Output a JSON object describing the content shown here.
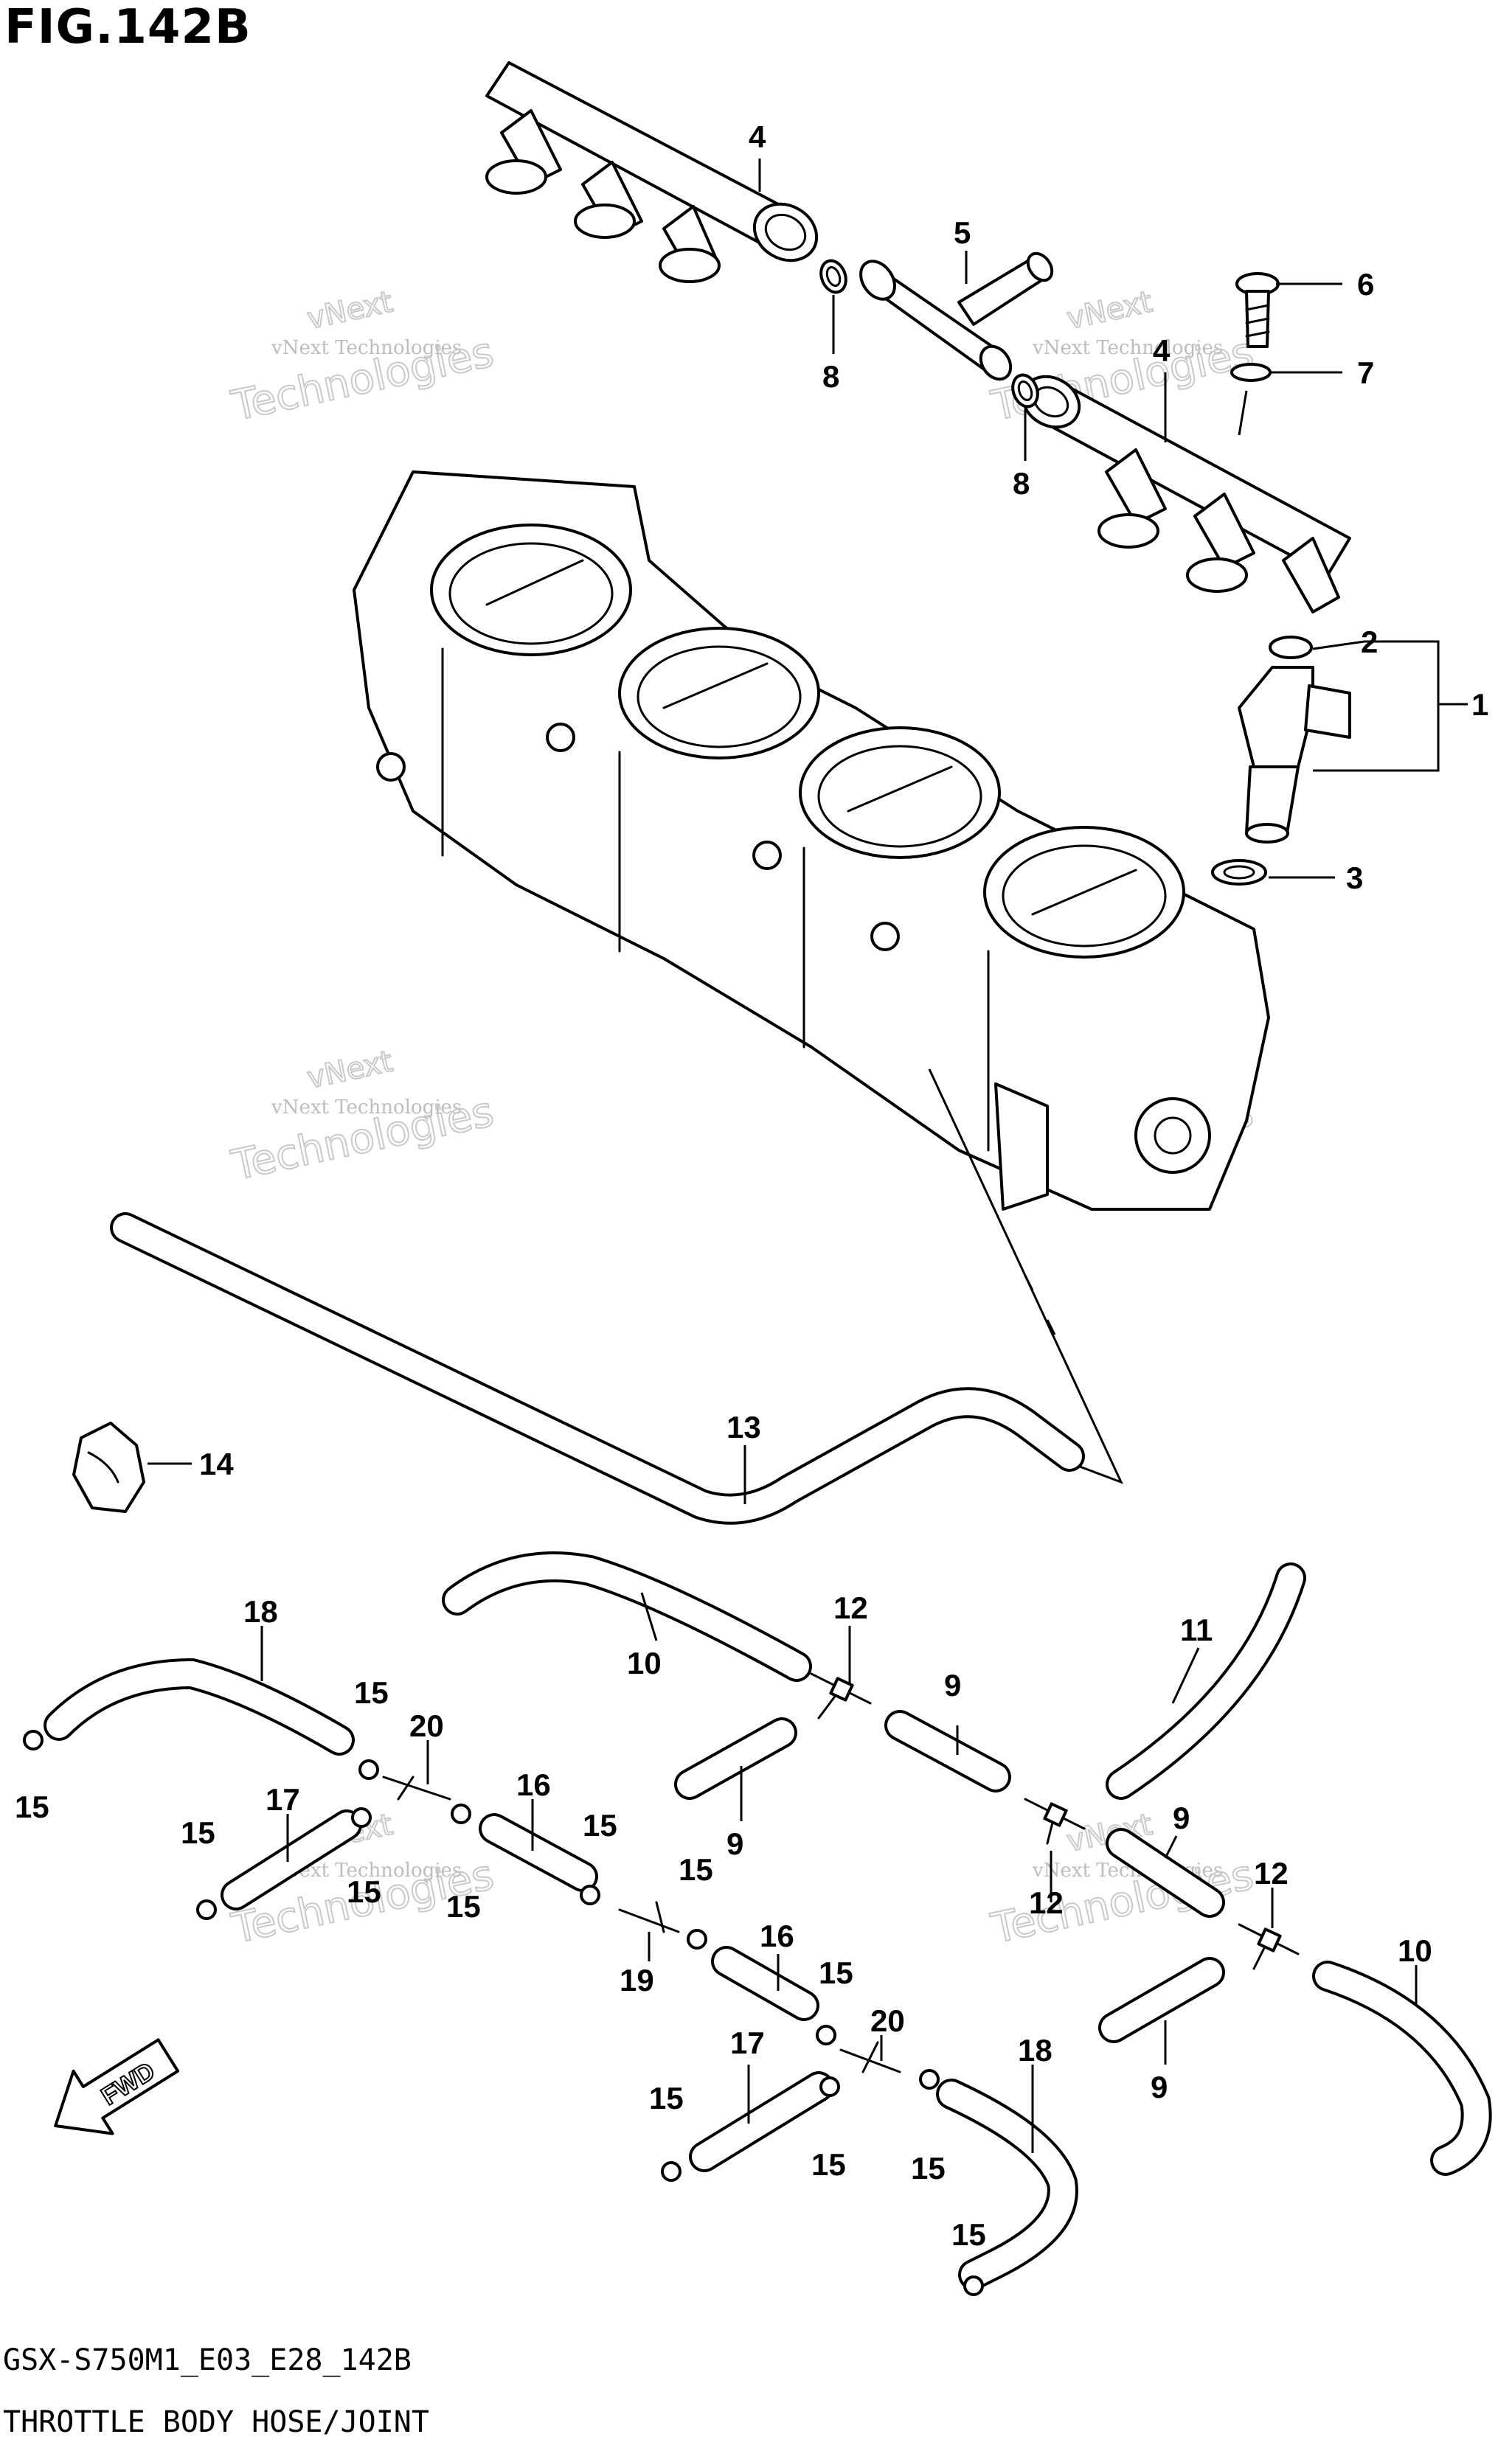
{
  "figure": {
    "title": "FIG.142B",
    "code": "GSX-S750M1_E03_E28_142B",
    "name": "THROTTLE BODY HOSE/JOINT"
  },
  "watermark": {
    "line1": "vNext Technologies",
    "line2": "vNext",
    "line3": "Technologies"
  },
  "fwd_label": "FWD",
  "callouts": {
    "c1": "1",
    "c2": "2",
    "c3": "3",
    "c4a": "4",
    "c4b": "4",
    "c5": "5",
    "c6": "6",
    "c7": "7",
    "c8a": "8",
    "c8b": "8",
    "c9a": "9",
    "c9b": "9",
    "c9c": "9",
    "c9d": "9",
    "c10a": "10",
    "c10b": "10",
    "c11": "11",
    "c12a": "12",
    "c12b": "12",
    "c12c": "12",
    "c13": "13",
    "c14": "14",
    "c15a": "15",
    "c15b": "15",
    "c15c": "15",
    "c15d": "15",
    "c15e": "15",
    "c15f": "15",
    "c15g": "15",
    "c15h": "15",
    "c15i": "15",
    "c15j": "15",
    "c15k": "15",
    "c15l": "15",
    "c16a": "16",
    "c16b": "16",
    "c17a": "17",
    "c17b": "17",
    "c18a": "18",
    "c18b": "18",
    "c19": "19",
    "c20a": "20",
    "c20b": "20"
  }
}
